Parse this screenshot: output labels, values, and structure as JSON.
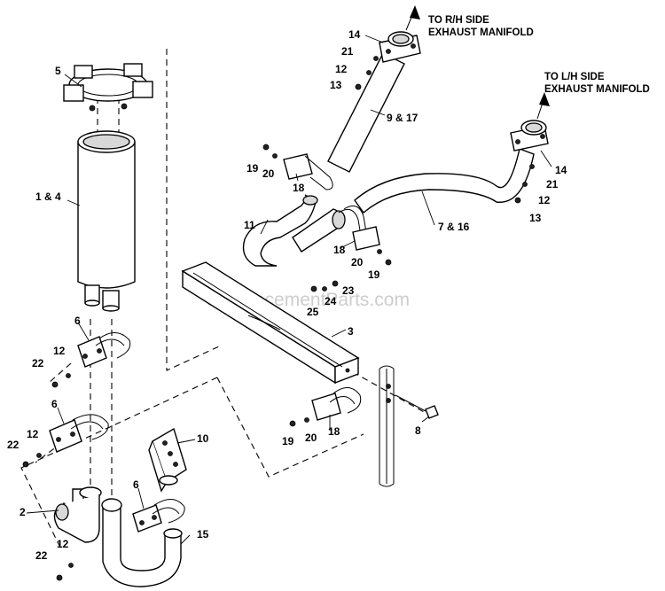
{
  "watermark": "eReplacementParts.com",
  "notes": {
    "rh_line1": "TO R/H SIDE",
    "rh_line2": "EXHAUST MANIFOLD",
    "lh_line1": "TO L/H SIDE",
    "lh_line2": "EXHAUST MANIFOLD"
  },
  "callouts": {
    "muffler_clamp": "5",
    "muffler": "1 & 4",
    "uclamp_upper_left": "6",
    "uclamp_middle_left": "6",
    "uclamp_lower": "6",
    "bolt_22_a": "22",
    "washer_12_a": "12",
    "bolt_22_b": "22",
    "washer_12_b": "12",
    "bolt_22_c": "22",
    "washer_12_c": "12",
    "elbow_2": "2",
    "pipe_15": "15",
    "bracket_10": "10",
    "rh_flange_14": "14",
    "rh_21": "21",
    "rh_12": "12",
    "rh_13": "13",
    "rh_pipe": "9 & 17",
    "bolt_19_top": "19",
    "washer_20_top": "20",
    "uclamp_18_top": "18",
    "elbow_11": "11",
    "uclamp_18_mid": "18",
    "washer_20_mid": "20",
    "bolt_19_mid": "19",
    "lh_flange_14": "14",
    "lh_21": "21",
    "lh_12": "12",
    "lh_13": "13",
    "lh_pipe": "7 & 16",
    "bolt_23": "23",
    "washer_24": "24",
    "nut_25": "25",
    "crossmember_3": "3",
    "bolt_8": "8",
    "bolt_19_low": "19",
    "washer_20_low": "20",
    "uclamp_18_low": "18"
  }
}
